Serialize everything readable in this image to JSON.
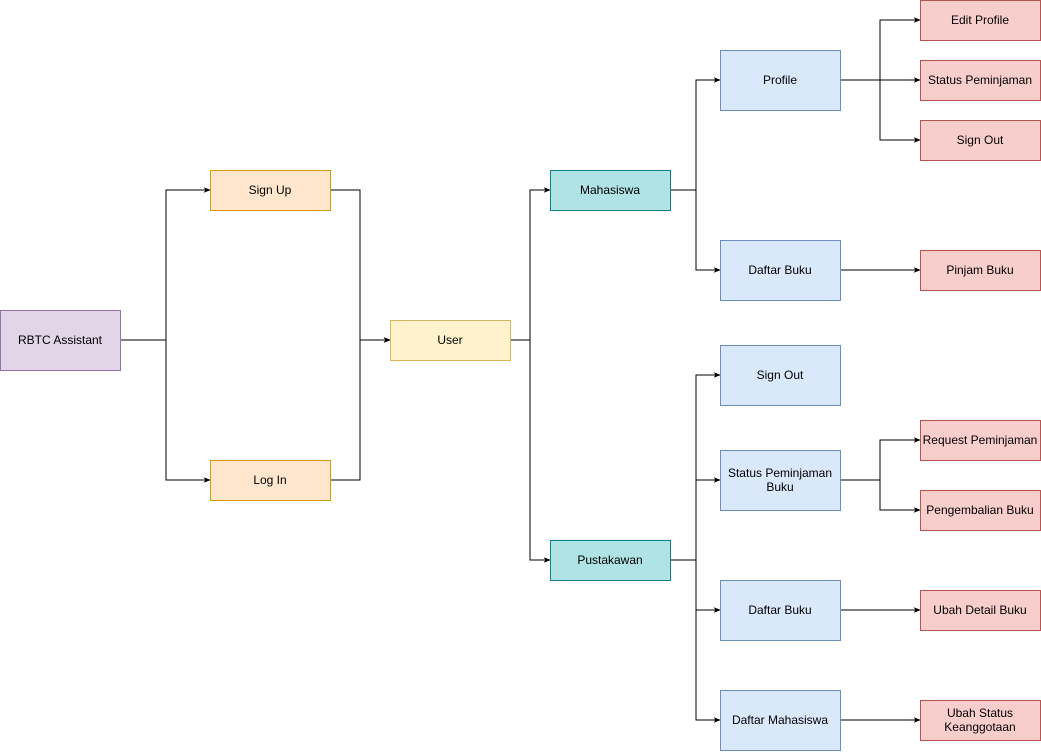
{
  "nodes": {
    "root": {
      "lines": [
        "RBTC Assistant"
      ],
      "fill": "#e1d5e7",
      "stroke": "#9673a6"
    },
    "signup": {
      "lines": [
        "Sign Up"
      ],
      "fill": "#ffe6cc",
      "stroke": "#d79b00"
    },
    "login": {
      "lines": [
        "Log In"
      ],
      "fill": "#ffe6cc",
      "stroke": "#d79b00"
    },
    "user": {
      "lines": [
        "User"
      ],
      "fill": "#fff2cc",
      "stroke": "#d6b656"
    },
    "mahasiswa": {
      "lines": [
        "Mahasiswa"
      ],
      "fill": "#b0e3e6",
      "stroke": "#0e8088"
    },
    "pustakawan": {
      "lines": [
        "Pustakawan"
      ],
      "fill": "#b0e3e6",
      "stroke": "#0e8088"
    },
    "profile": {
      "lines": [
        "Profile"
      ],
      "fill": "#dae8fc",
      "stroke": "#6c8ebf"
    },
    "daftar_buku_m": {
      "lines": [
        "Daftar Buku"
      ],
      "fill": "#dae8fc",
      "stroke": "#6c8ebf"
    },
    "edit_profile": {
      "lines": [
        "Edit Profile"
      ],
      "fill": "#f8cecc",
      "stroke": "#b85450"
    },
    "status_peminjaman": {
      "lines": [
        "Status Peminjaman"
      ],
      "fill": "#f8cecc",
      "stroke": "#b85450"
    },
    "sign_out_m": {
      "lines": [
        "Sign Out"
      ],
      "fill": "#f8cecc",
      "stroke": "#b85450"
    },
    "pinjam_buku": {
      "lines": [
        "Pinjam Buku"
      ],
      "fill": "#f8cecc",
      "stroke": "#b85450"
    },
    "sign_out_p": {
      "lines": [
        "Sign Out"
      ],
      "fill": "#dae8fc",
      "stroke": "#6c8ebf"
    },
    "status_peminjaman_buku": {
      "lines": [
        "Status Peminjaman",
        "Buku"
      ],
      "fill": "#dae8fc",
      "stroke": "#6c8ebf"
    },
    "daftar_buku_p": {
      "lines": [
        "Daftar Buku"
      ],
      "fill": "#dae8fc",
      "stroke": "#6c8ebf"
    },
    "daftar_mahasiswa": {
      "lines": [
        "Daftar Mahasiswa"
      ],
      "fill": "#dae8fc",
      "stroke": "#6c8ebf"
    },
    "request_peminjaman": {
      "lines": [
        "Request Peminjaman"
      ],
      "fill": "#f8cecc",
      "stroke": "#b85450"
    },
    "pengembalian_buku": {
      "lines": [
        "Pengembalian Buku"
      ],
      "fill": "#f8cecc",
      "stroke": "#b85450"
    },
    "ubah_detail_buku": {
      "lines": [
        "Ubah Detail Buku"
      ],
      "fill": "#f8cecc",
      "stroke": "#b85450"
    },
    "ubah_status": {
      "lines": [
        "Ubah Status",
        "Keanggotaan"
      ],
      "fill": "#f8cecc",
      "stroke": "#b85450"
    }
  },
  "edges": [
    {
      "from": "root",
      "to": "signup"
    },
    {
      "from": "root",
      "to": "login"
    },
    {
      "from": "signup",
      "to": "user"
    },
    {
      "from": "login",
      "to": "user"
    },
    {
      "from": "user",
      "to": "mahasiswa"
    },
    {
      "from": "user",
      "to": "pustakawan"
    },
    {
      "from": "mahasiswa",
      "to": "profile"
    },
    {
      "from": "mahasiswa",
      "to": "daftar_buku_m"
    },
    {
      "from": "profile",
      "to": "edit_profile"
    },
    {
      "from": "profile",
      "to": "status_peminjaman"
    },
    {
      "from": "profile",
      "to": "sign_out_m"
    },
    {
      "from": "daftar_buku_m",
      "to": "pinjam_buku"
    },
    {
      "from": "pustakawan",
      "to": "sign_out_p"
    },
    {
      "from": "pustakawan",
      "to": "status_peminjaman_buku"
    },
    {
      "from": "pustakawan",
      "to": "daftar_buku_p"
    },
    {
      "from": "pustakawan",
      "to": "daftar_mahasiswa"
    },
    {
      "from": "status_peminjaman_buku",
      "to": "request_peminjaman"
    },
    {
      "from": "status_peminjaman_buku",
      "to": "pengembalian_buku"
    },
    {
      "from": "daftar_buku_p",
      "to": "ubah_detail_buku"
    },
    {
      "from": "daftar_mahasiswa",
      "to": "ubah_status"
    }
  ],
  "edge_color": "#000000"
}
